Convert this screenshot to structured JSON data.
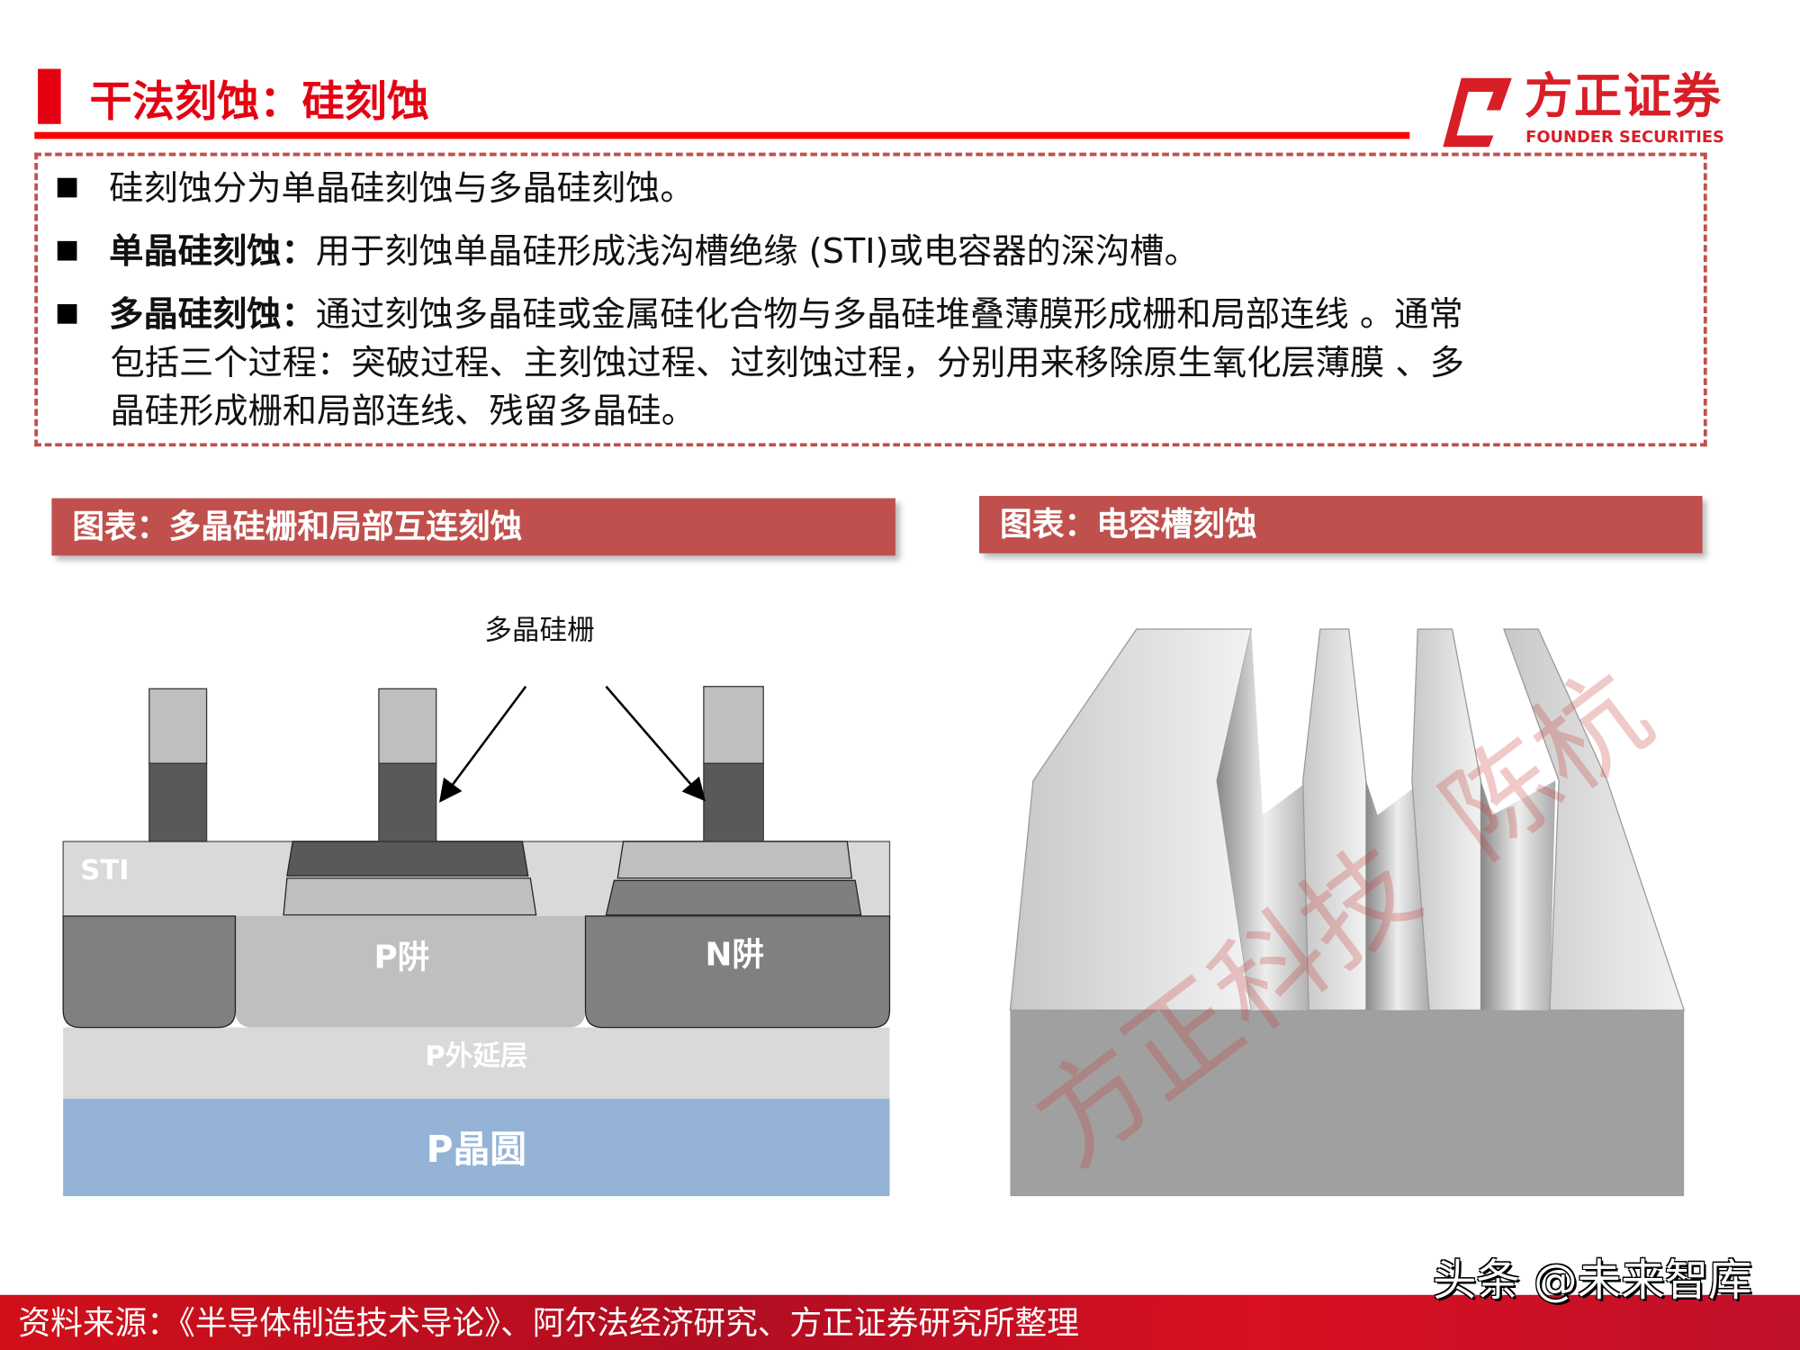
{
  "header": {
    "title": "干法刻蚀：硅刻蚀",
    "logo_cn": "方正证券",
    "logo_en": "FOUNDER SECURITIES"
  },
  "bullets": [
    {
      "bold": "",
      "text": "硅刻蚀分为单晶硅刻蚀与多晶硅刻蚀。"
    },
    {
      "bold": "单晶硅刻蚀：",
      "text": "用于刻蚀单晶硅形成浅沟槽绝缘 (STI)或电容器的深沟槽。"
    },
    {
      "bold": "多晶硅刻蚀：",
      "text": "通过刻蚀多晶硅或金属硅化合物与多晶硅堆叠薄膜形成栅和局部连线 。通常",
      "cont": [
        "包括三个过程：突破过程、主刻蚀过程、过刻蚀过程，分别用来移除原生氧化层薄膜 、多",
        "晶硅形成栅和局部连线、残留多晶硅。"
      ]
    }
  ],
  "figures": [
    {
      "title": "图表：多晶硅栅和局部互连刻蚀",
      "labels": {
        "gate": "多晶硅栅",
        "sti": "STI",
        "p_well": "P阱",
        "n_well": "N阱",
        "epi": "P外延层",
        "wafer": "P晶圆"
      }
    },
    {
      "title": "图表：电容槽刻蚀"
    }
  ],
  "watermark": "方正科技  陈杭",
  "footer": {
    "source": "资料来源：《半导体制造技术导论》、阿尔法经济研究、方正证券研究所整理",
    "credit": "头条 @未来智库"
  },
  "colors": {
    "accent": "#e50012",
    "header_fill": "#c0504d",
    "wafer": "#95b3d7"
  }
}
